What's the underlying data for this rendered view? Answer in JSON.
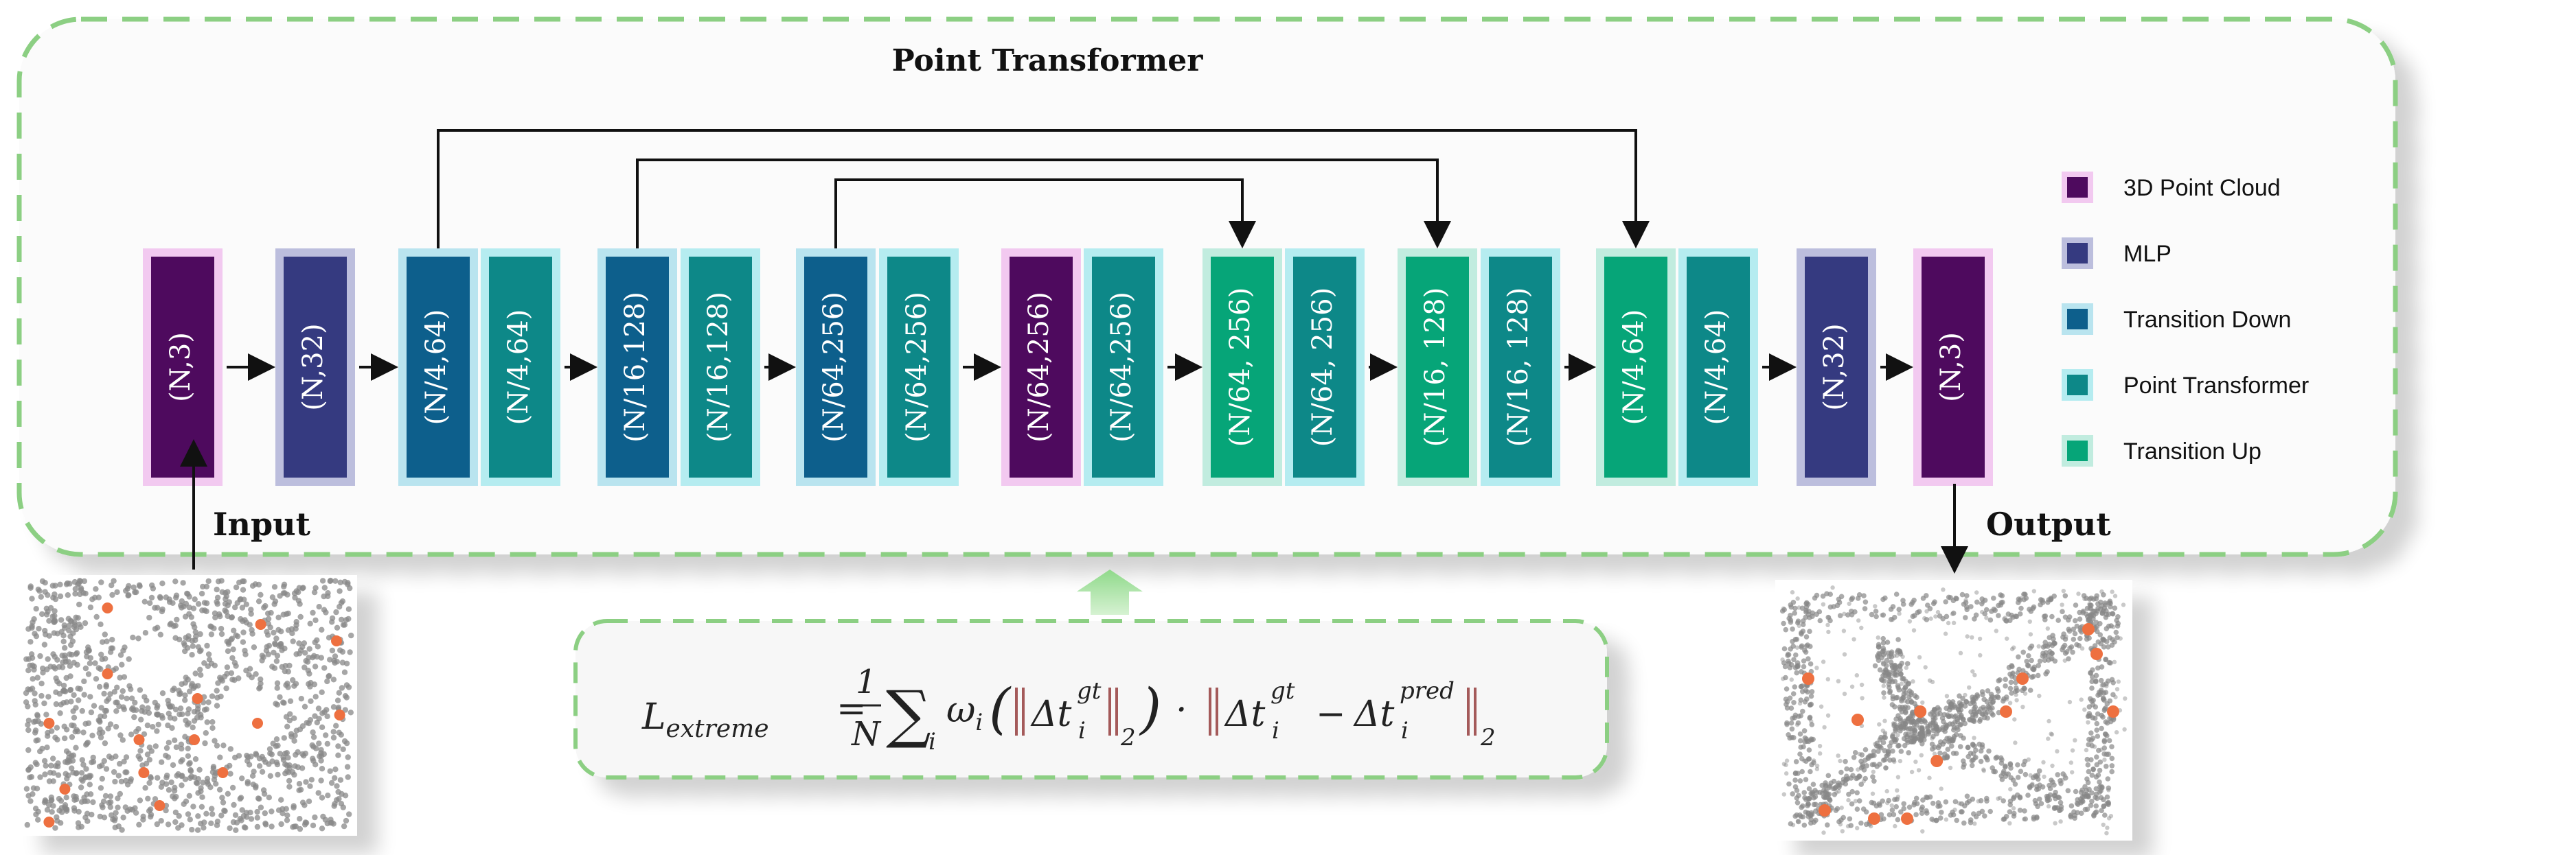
{
  "title": "Point Transformer",
  "input_label": "Input",
  "output_label": "Output",
  "colors": {
    "cloud": "#4e0a5e",
    "mlp": "#353a80",
    "down": "#0d5f8c",
    "pt": "#0d8888",
    "up": "#06a578",
    "frame": "#8ccf83",
    "cloud_halo": "#f2c9f0",
    "mlp_halo": "#bcbedd",
    "down_halo": "#b9e4ef",
    "pt_halo": "#b5ecf0",
    "up_halo": "#c1ecdf",
    "arrow": "#111111",
    "point_gray": "#888888",
    "point_orange": "#ee7040"
  },
  "legend": [
    {
      "label": "3D Point Cloud",
      "type": "cloud"
    },
    {
      "label": "MLP",
      "type": "mlp"
    },
    {
      "label": "Transition Down",
      "type": "down"
    },
    {
      "label": "Point Transformer",
      "type": "pt"
    },
    {
      "label": "Transition Up",
      "type": "up"
    }
  ],
  "blocks": [
    {
      "label": "(N,3)",
      "type": "cloud"
    },
    {
      "label": "(N,32)",
      "type": "mlp"
    },
    {
      "label": "(N/4,64)",
      "type": "down"
    },
    {
      "label": "(N/4,64)",
      "type": "pt"
    },
    {
      "label": "(N/16,128)",
      "type": "down"
    },
    {
      "label": "(N/16,128)",
      "type": "pt"
    },
    {
      "label": "(N/64,256)",
      "type": "down"
    },
    {
      "label": "(N/64,256)",
      "type": "pt"
    },
    {
      "label": "(N/64,256)",
      "type": "cloud"
    },
    {
      "label": "(N/64,256)",
      "type": "pt"
    },
    {
      "label": "(N/64, 256)",
      "type": "up"
    },
    {
      "label": "(N/64, 256)",
      "type": "pt"
    },
    {
      "label": "(N/16, 128)",
      "type": "up"
    },
    {
      "label": "(N/16, 128)",
      "type": "pt"
    },
    {
      "label": "(N/4,64)",
      "type": "up"
    },
    {
      "label": "(N/4,64)",
      "type": "pt"
    },
    {
      "label": "(N,32)",
      "type": "mlp"
    },
    {
      "label": "(N,3)",
      "type": "cloud"
    }
  ],
  "skip_connections": [
    {
      "from": 2,
      "to": 14
    },
    {
      "from": 4,
      "to": 12
    },
    {
      "from": 6,
      "to": 10
    }
  ],
  "formula": {
    "lhs": "L",
    "lhs_sub": "extreme",
    "equals": "=",
    "frac_num": "1",
    "frac_den": "N",
    "sum": "∑",
    "sum_sub": "i",
    "weight": "ω",
    "weight_sub": "i",
    "delta": "Δt",
    "gt": "gt",
    "pred": "pred",
    "idx": "i",
    "norm_sub": "2",
    "dot": "·",
    "minus": "−"
  },
  "scatter_points": {
    "input_orange": [
      [
        55,
        20
      ],
      [
        152,
        30
      ],
      [
        200,
        40
      ],
      [
        55,
        60
      ],
      [
        112,
        75
      ],
      [
        18,
        90
      ],
      [
        75,
        100
      ],
      [
        110,
        100
      ],
      [
        202,
        85
      ],
      [
        150,
        90
      ],
      [
        128,
        120
      ],
      [
        78,
        120
      ],
      [
        28,
        130
      ],
      [
        88,
        140
      ],
      [
        18,
        150
      ]
    ],
    "output_orange": [
      [
        20,
        60
      ],
      [
        50,
        85
      ],
      [
        88,
        80
      ],
      [
        140,
        80
      ],
      [
        150,
        60
      ],
      [
        195,
        45
      ],
      [
        190,
        30
      ],
      [
        205,
        80
      ],
      [
        98,
        110
      ],
      [
        30,
        140
      ],
      [
        80,
        145
      ],
      [
        60,
        145
      ]
    ]
  }
}
